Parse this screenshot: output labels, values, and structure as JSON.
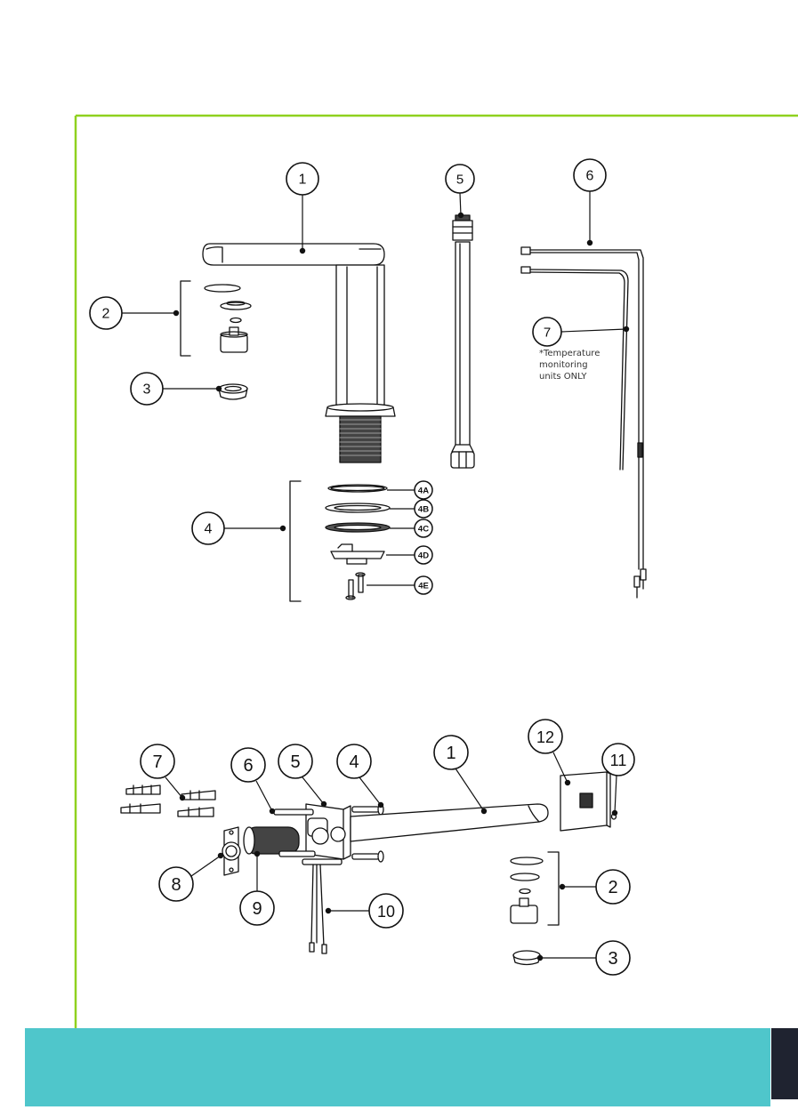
{
  "diagram_top": {
    "callouts": {
      "c1": "1",
      "c2": "2",
      "c3": "3",
      "c4": "4",
      "c5": "5",
      "c6": "6",
      "c7": "7"
    },
    "sub_callouts": {
      "a": "4A",
      "b": "4B",
      "c": "4C",
      "d": "4D",
      "e": "4E"
    },
    "note_lines": [
      "*Temperature",
      "monitoring",
      "units ONLY"
    ]
  },
  "diagram_bottom": {
    "callouts": {
      "c1": "1",
      "c2": "2",
      "c3": "3",
      "c4": "4",
      "c5": "5",
      "c6": "6",
      "c7": "7",
      "c8": "8",
      "c9": "9",
      "c10": "10",
      "c11": "11",
      "c12": "12"
    }
  },
  "colors": {
    "frame_green": "#8fd11f",
    "footer_teal": "#4fc6cb",
    "footer_dark": "#1f2330",
    "line": "#111111"
  }
}
